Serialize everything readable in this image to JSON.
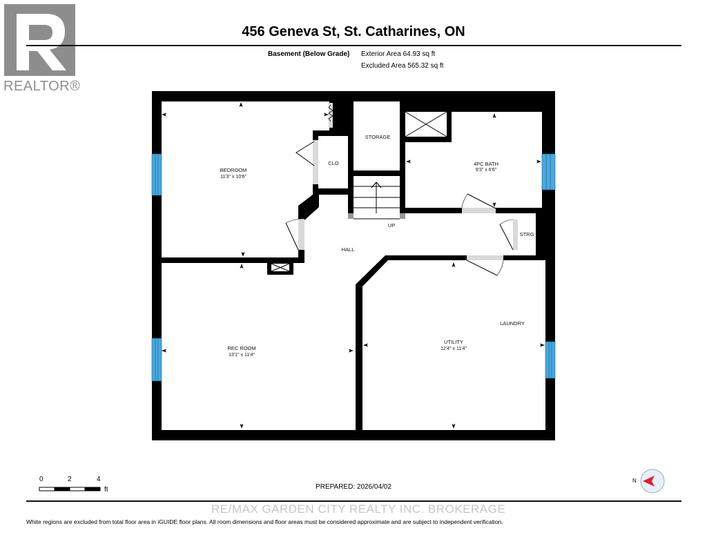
{
  "header": {
    "title": "456 Geneva St, St. Catharines, ON",
    "floor_name": "Basement (Below Grade)",
    "exterior_area": "Exterior Area 64.93 sq ft",
    "excluded_area": "Excluded Area 565.32 sq ft"
  },
  "logo": {
    "text": "REALTOR®",
    "letter": "R"
  },
  "rooms": {
    "bedroom": {
      "name": "BEDROOM",
      "dims": "11'3\" x 10'6\""
    },
    "storage": {
      "name": "STORAGE"
    },
    "closet": {
      "name": "CLO"
    },
    "bath": {
      "name": "4PC BATH",
      "dims": "9'3\" x 6'6\""
    },
    "stairs": {
      "name": "UP"
    },
    "hall": {
      "name": "HALL"
    },
    "strg": {
      "name": "STRG"
    },
    "rec": {
      "name": "REC ROOM",
      "dims": "13'1\" x 11'4\""
    },
    "utility": {
      "name": "UTILITY",
      "dims": "12'4\" x 11'4\""
    },
    "laundry": {
      "name": "LAUNDRY"
    }
  },
  "scale_bar": {
    "ticks": [
      "0",
      "2",
      "4"
    ],
    "unit": "ft"
  },
  "compass": {
    "label": "N"
  },
  "prepared": "PREPARED: 2026/04/02",
  "watermark": "RE/MAX GARDEN CITY REALTY INC. BROKERAGE",
  "footer": "White regions are excluded from total floor area in iGUIDE floor plans. All room dimensions and floor areas must be considered approximate and are subject to independent verification.",
  "colors": {
    "wall": "#000000",
    "window": "#4aa8dc",
    "door_gap": "#d9d9d9",
    "compass_arrow": "#e0202a"
  }
}
